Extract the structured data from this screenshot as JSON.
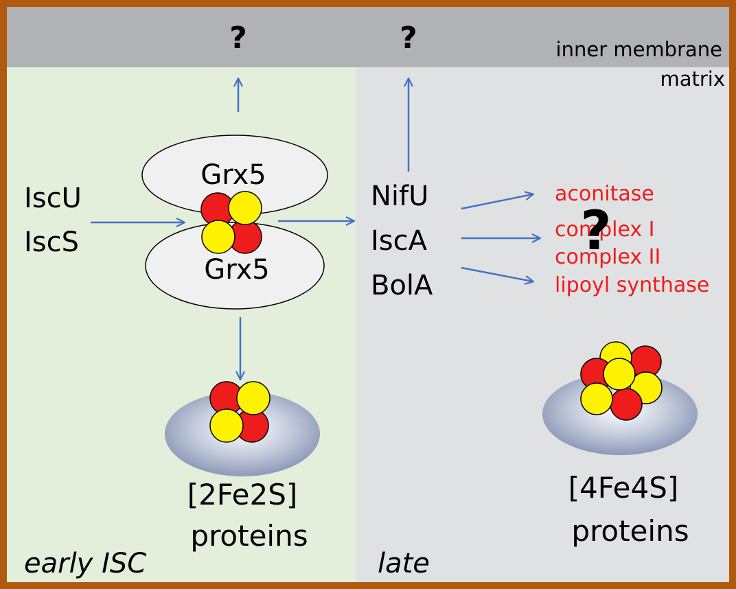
{
  "header": {
    "question_left": "?",
    "question_right": "?",
    "inner_membrane": "inner membrane",
    "matrix": "matrix"
  },
  "early": {
    "inputs": [
      "IscU",
      "IscS"
    ],
    "grx_top": "Grx5",
    "grx_bottom": "Grx5",
    "product_line1": "[2Fe2S]",
    "product_line2": "proteins",
    "region_label": "early ISC"
  },
  "late": {
    "factors": [
      "NifU",
      "IscA",
      "BolA"
    ],
    "targets": [
      "aconitase",
      "complex I",
      "complex II",
      "lipoyl synthase"
    ],
    "target_question": "?",
    "product_line1": "[4Fe4S]",
    "product_line2": "proteins",
    "region_label": "late"
  },
  "colors": {
    "frame": "#b05a10",
    "membrane": "#b1b2b5",
    "early_bg": "#e3eedb",
    "late_bg": "#e0e1e3",
    "arrow": "#4472c4",
    "iron": "#ee1c1c",
    "sulfur": "#fff200",
    "target_text": "#ee1c1c"
  }
}
